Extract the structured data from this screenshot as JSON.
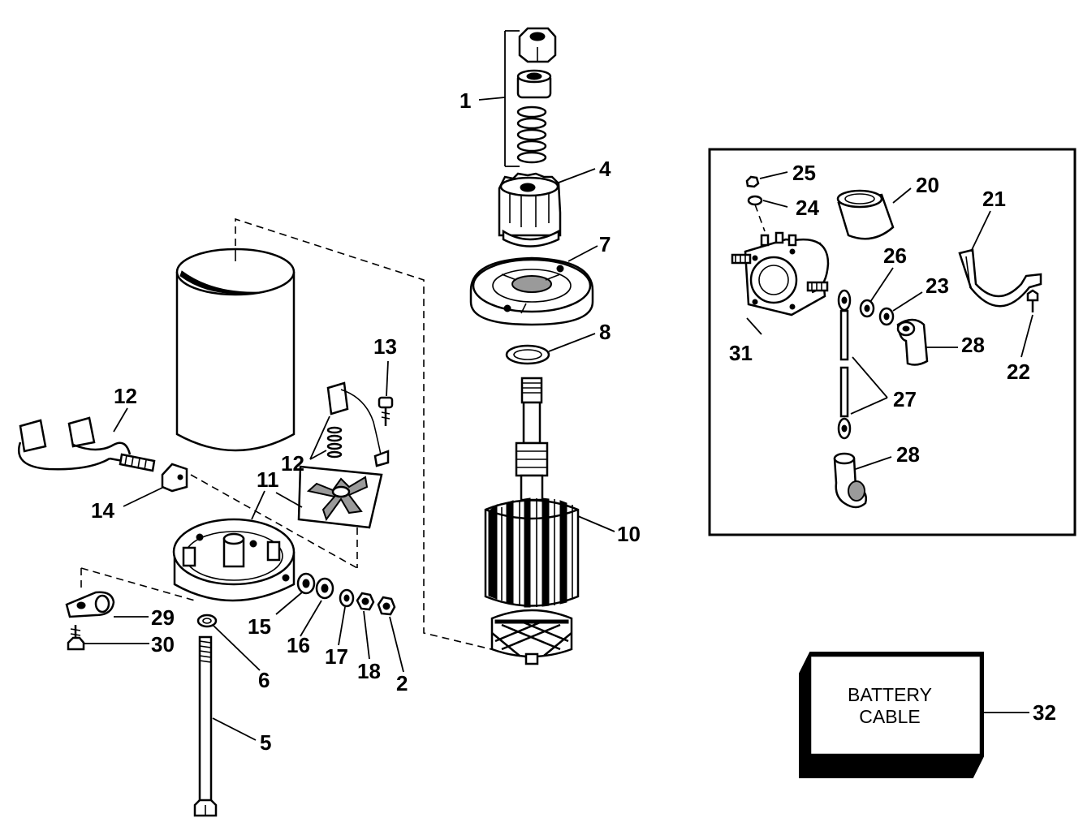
{
  "part_numbers": {
    "n1": "1",
    "n2": "2",
    "n4": "4",
    "n5": "5",
    "n6": "6",
    "n7": "7",
    "n8": "8",
    "n10": "10",
    "n11": "11",
    "n12a": "12",
    "n12b": "12",
    "n13": "13",
    "n14": "14",
    "n15": "15",
    "n16": "16",
    "n17": "17",
    "n18": "18",
    "n20": "20",
    "n21": "21",
    "n22": "22",
    "n23": "23",
    "n24": "24",
    "n25": "25",
    "n26": "26",
    "n27": "27",
    "n28a": "28",
    "n28b": "28",
    "n29": "29",
    "n30": "30",
    "n31": "31",
    "n32": "32"
  },
  "battery_box": {
    "line1": "BATTERY",
    "line2": "CABLE"
  }
}
